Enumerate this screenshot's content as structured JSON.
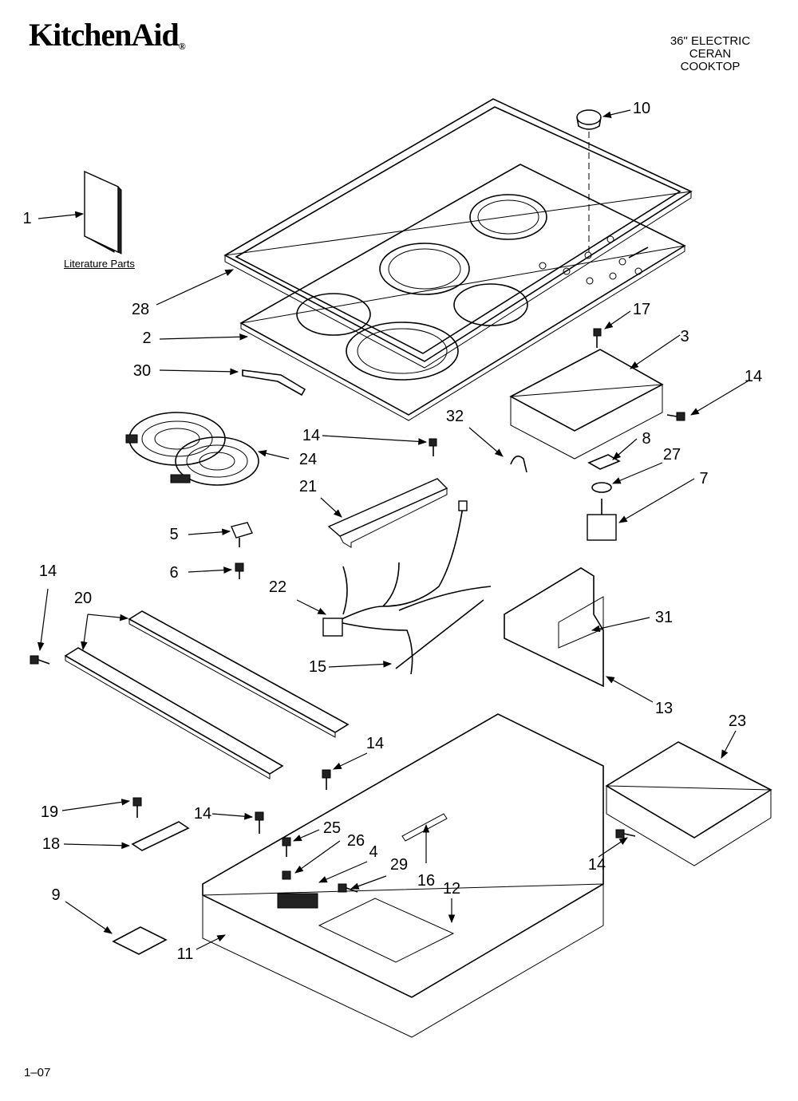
{
  "header": {
    "brand": "KitchenAid",
    "trademark": "®",
    "model_lines": [
      "36\" ELECTRIC",
      "CERAN",
      "COOKTOP"
    ]
  },
  "literature_label": "Literature Parts",
  "page_number": "1–07",
  "callouts": [
    "1",
    "28",
    "2",
    "30",
    "24",
    "5",
    "6",
    "14",
    "20",
    "14",
    "22",
    "21",
    "15",
    "19",
    "14",
    "18",
    "9",
    "11",
    "25",
    "26",
    "4",
    "29",
    "16",
    "12",
    "14",
    "23",
    "13",
    "31",
    "7",
    "27",
    "8",
    "14",
    "3",
    "17",
    "32",
    "10",
    "14"
  ]
}
